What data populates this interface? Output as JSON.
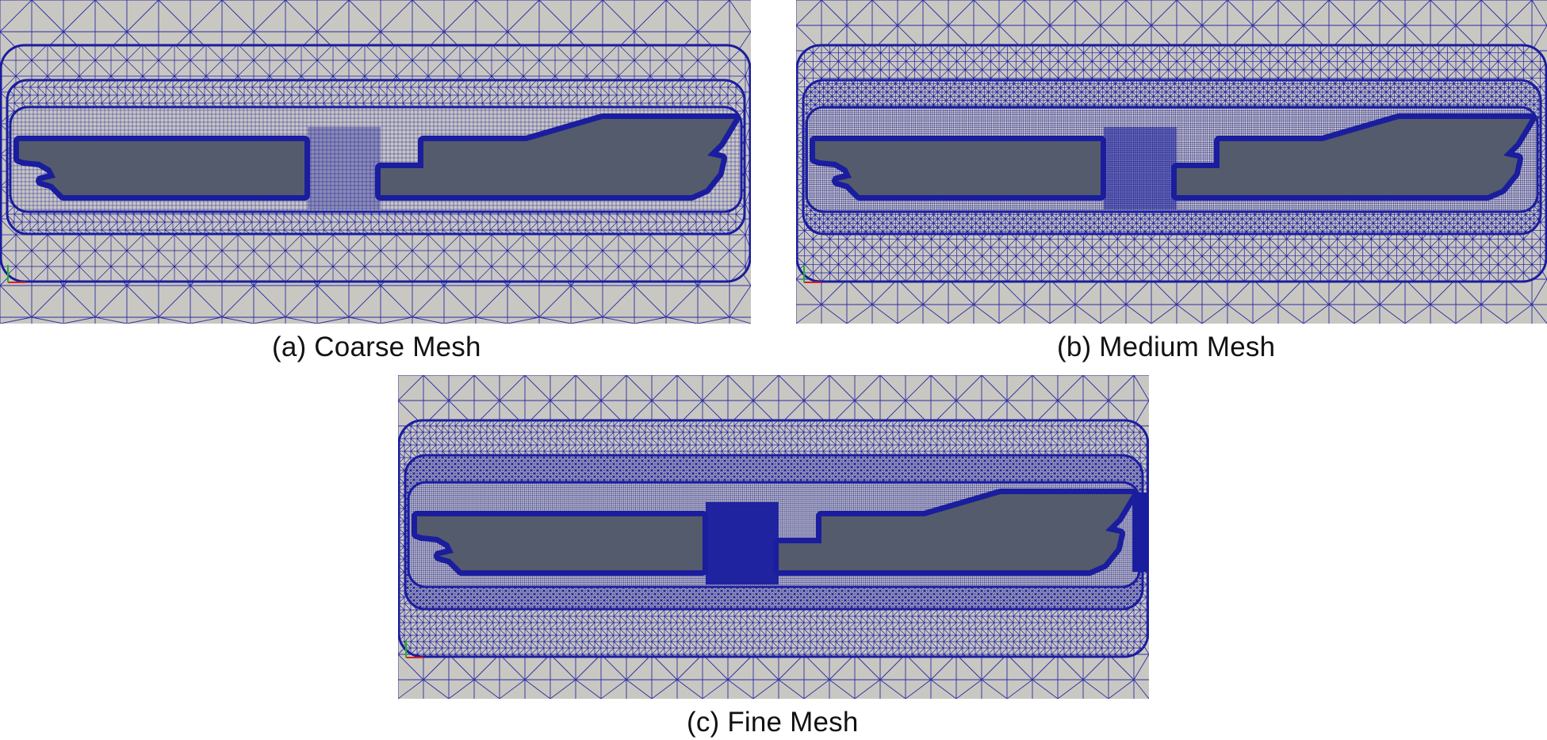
{
  "colors": {
    "background": "#c9c7c2",
    "mesh": "#1a1d9e",
    "hull": "#545b6c",
    "axis_x": "#d62020",
    "axis_y": "#20b020"
  },
  "panels": [
    {
      "id": "a",
      "caption": "(a) Coarse Mesh",
      "coarse_spacing": 40,
      "level": 1
    },
    {
      "id": "b",
      "caption": "(b) Medium Mesh",
      "coarse_spacing": 32,
      "level": 2
    },
    {
      "id": "c",
      "caption": "(c) Fine Mesh",
      "coarse_spacing": 32,
      "level": 3
    }
  ]
}
